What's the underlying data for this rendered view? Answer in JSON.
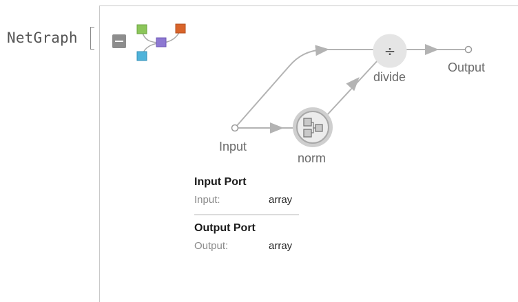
{
  "expression": {
    "head": "NetGraph"
  },
  "graph": {
    "nodes": {
      "input_label": "Input",
      "norm_label": "norm",
      "divide_label": "divide",
      "divide_symbol": "÷",
      "output_label": "Output"
    }
  },
  "ports": {
    "input": {
      "title": "Input Port",
      "key": "Input:",
      "value": "array"
    },
    "output": {
      "title": "Output Port",
      "key": "Output:",
      "value": "array"
    }
  },
  "colors": {
    "edge": "#b3b3b3",
    "node_fill": "#e6e6e6",
    "icon_green": "#8cc65a",
    "icon_orange": "#d9642a",
    "icon_purple": "#8d78d2",
    "icon_blue": "#4fb3da"
  }
}
